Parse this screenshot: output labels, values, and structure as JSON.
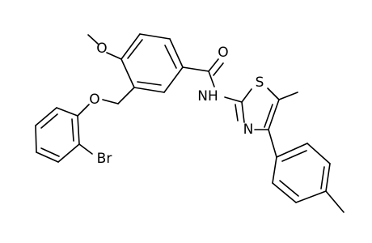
{
  "molecule": {
    "labels": {
      "oxygen_methoxy": "O",
      "oxygen_ether": "O",
      "oxygen_carbonyl": "O",
      "amide_nh": "NH",
      "thiazole_sulfur": "S",
      "thiazole_nitrogen": "N",
      "bromine": "Br"
    },
    "colors": {
      "bond": "#000000",
      "label": "#000000",
      "background": "#ffffff"
    }
  }
}
